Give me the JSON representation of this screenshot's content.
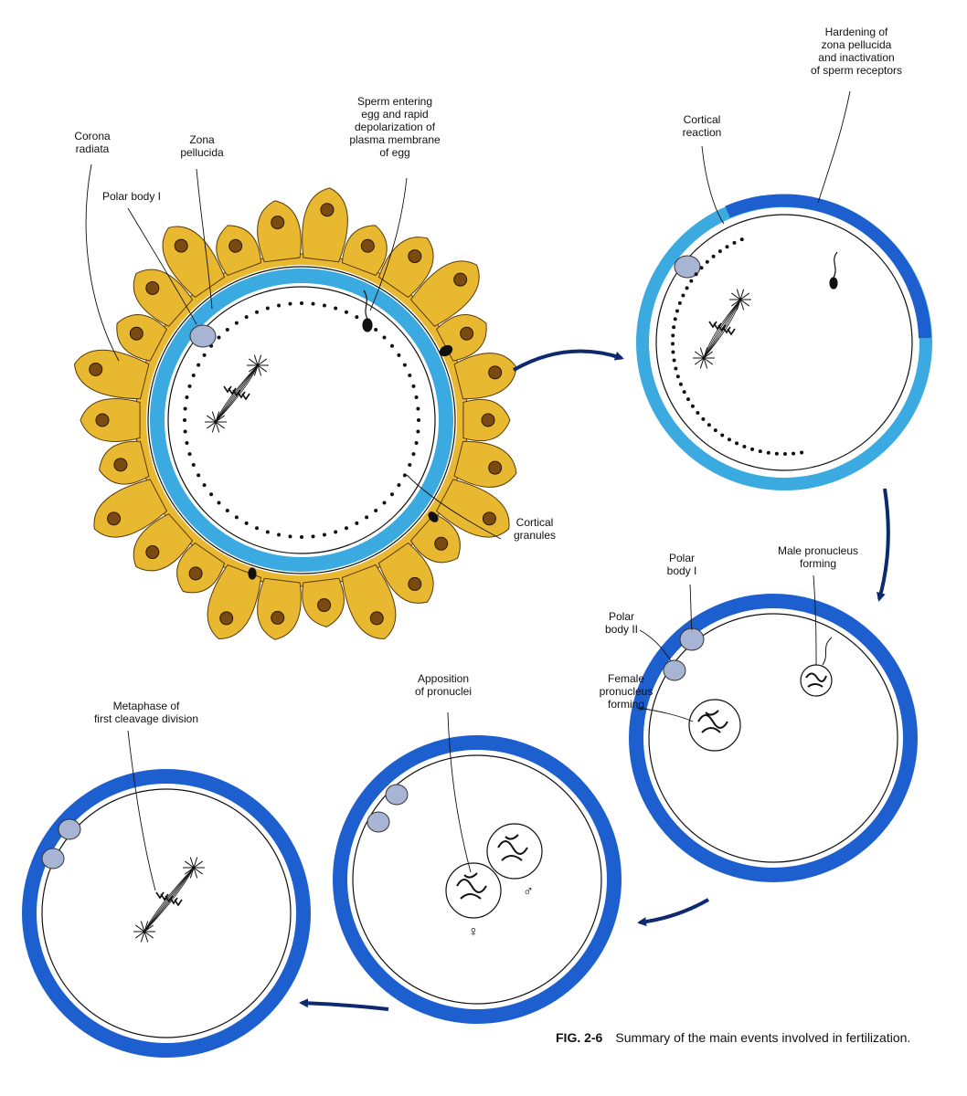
{
  "labels": {
    "corona_radiata": "Corona\nradiata",
    "zona_pellucida": "Zona\npellucida",
    "polar_body_1_a": "Polar body I",
    "sperm_entering": "Sperm entering\negg and rapid\ndepolarization of\nplasma membrane\nof egg",
    "cortical_granules": "Cortical\ngranules",
    "cortical_reaction": "Cortical\nreaction",
    "hardening": "Hardening of\nzona pellucida\nand inactivation\nof sperm receptors",
    "male_pronucleus": "Male pronucleus\nforming",
    "polar_body_1_b": "Polar\nbody I",
    "polar_body_2": "Polar\nbody II",
    "female_pronucleus": "Female\npronucleus\nforming",
    "apposition": "Apposition\nof pronuclei",
    "metaphase": "Metaphase of\nfirst cleavage division",
    "female_symbol": "♀",
    "male_symbol": "♂"
  },
  "caption": {
    "figure_number": "FIG. 2-6",
    "text": "Summary of the main events involved in fertilization."
  },
  "colors": {
    "corona": "#e8b830",
    "corona_cell": "#7a4a10",
    "zona_light": "#3aaae0",
    "zona_dark": "#1e5fd0",
    "arrow": "#0d2a6e",
    "polar_body": "#a8b4d4"
  }
}
